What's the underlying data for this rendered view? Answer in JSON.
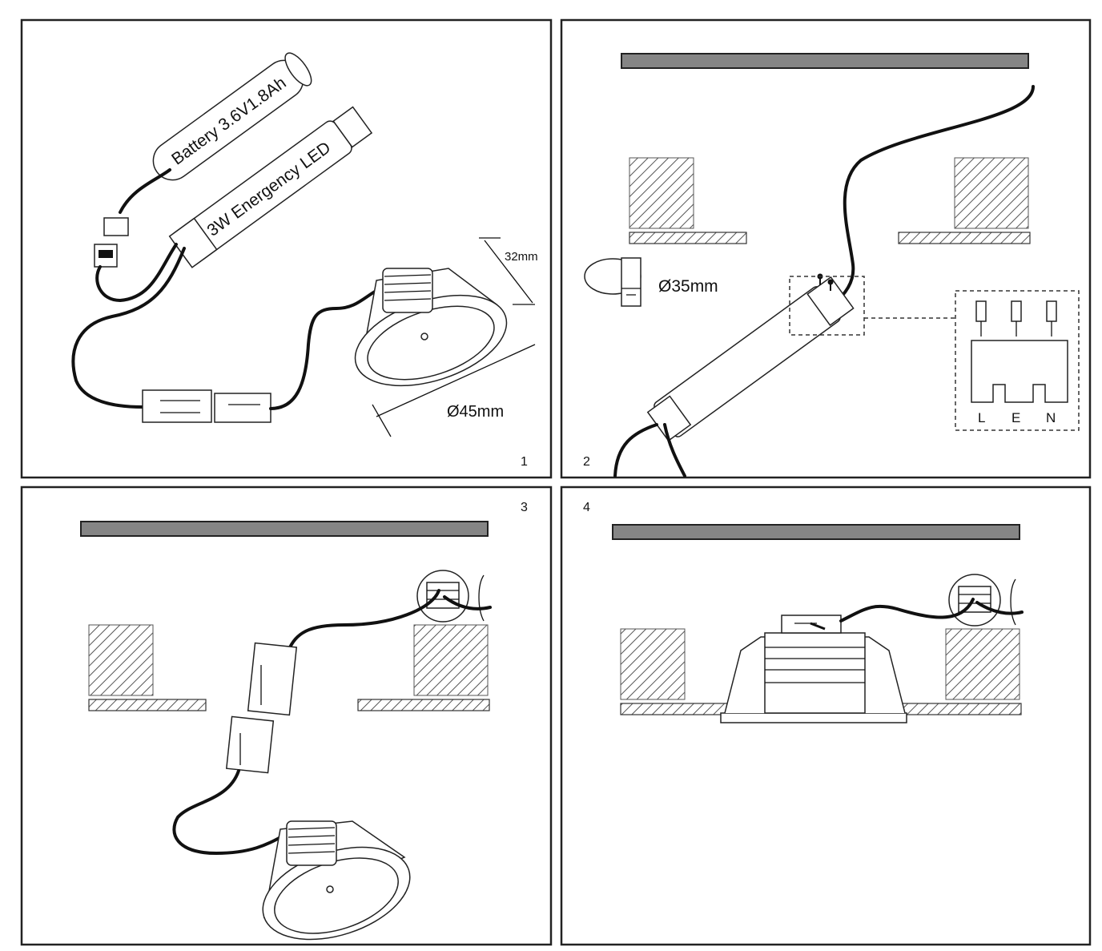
{
  "panels": [
    {
      "number": "1"
    },
    {
      "number": "2"
    },
    {
      "number": "3"
    },
    {
      "number": "4"
    }
  ],
  "labels": {
    "battery": "Battery 3.6V1.8Ah",
    "driver": "3W Energency LED",
    "height": "32mm",
    "diameter": "Ø45mm",
    "cutout": "Ø35mm",
    "terminal_l": "L",
    "terminal_e": "E",
    "terminal_n": "N"
  },
  "colors": {
    "ceiling": "#858585",
    "line": "#111111",
    "hatch": "#555555"
  }
}
